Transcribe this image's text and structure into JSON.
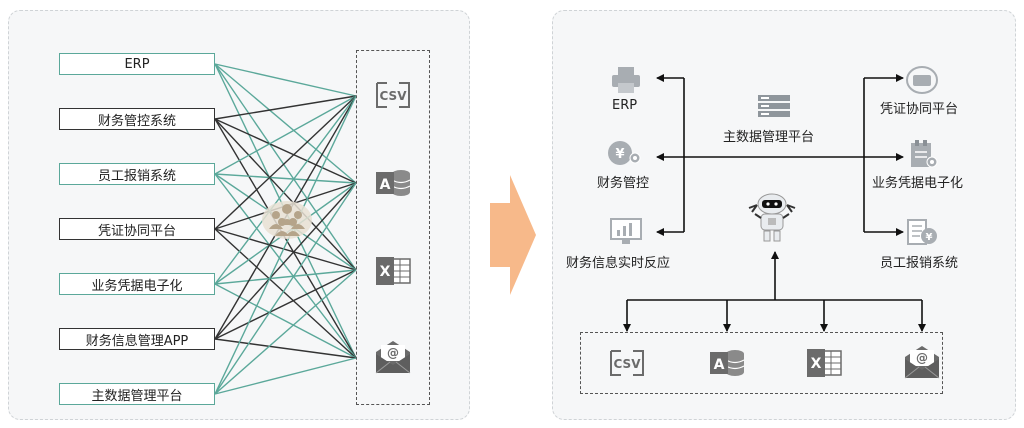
{
  "left": {
    "systems": [
      {
        "label": "ERP",
        "style": "green"
      },
      {
        "label": "财务管控系统",
        "style": "dark"
      },
      {
        "label": "员工报销系统",
        "style": "green"
      },
      {
        "label": "凭证协同平台",
        "style": "dark"
      },
      {
        "label": "业务凭据电子化",
        "style": "green"
      },
      {
        "label": "财务信息管理APP",
        "style": "dark"
      },
      {
        "label": "主数据管理平台",
        "style": "green"
      }
    ],
    "file_icons": [
      "csv-icon",
      "access-icon",
      "excel-icon",
      "email-icon"
    ],
    "csv_text": "CSV",
    "access_letter": "A",
    "excel_letter": "X"
  },
  "right": {
    "left_items": [
      "ERP",
      "财务管控",
      "财务信息实时反应"
    ],
    "center_label": "主数据管理平台",
    "right_items": [
      "凭证协同平台",
      "业务凭据电子化",
      "员工报销系统"
    ],
    "bottom_icons": [
      "csv-icon",
      "access-icon",
      "excel-icon",
      "email-icon"
    ],
    "csv_text": "CSV",
    "access_letter": "A",
    "excel_letter": "X"
  },
  "colors": {
    "green": "#5ba89a",
    "dark": "#333333",
    "arrow": "#f7b98a",
    "icon": "#6b6b6b"
  }
}
